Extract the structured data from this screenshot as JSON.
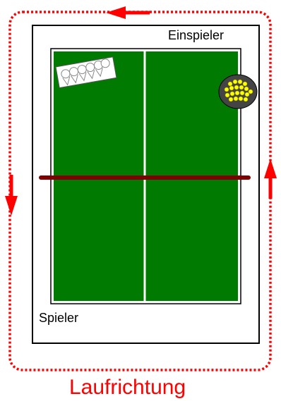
{
  "labels": {
    "top_right": "Einspieler",
    "bottom_left": "Spieler",
    "direction": "Laufrichtung"
  },
  "colors": {
    "table": "#007a00",
    "net": "#800000",
    "path": "#ff0000",
    "ball_tray": "#ffff00",
    "ball_tray_bg": "#444444",
    "outline": "#000000",
    "background": "#ffffff"
  },
  "icons": {
    "shuttle_pack": "shuttlecock-tube-icon",
    "ball_tray": "ball-tray-icon",
    "arrows": "arrow-icon"
  }
}
